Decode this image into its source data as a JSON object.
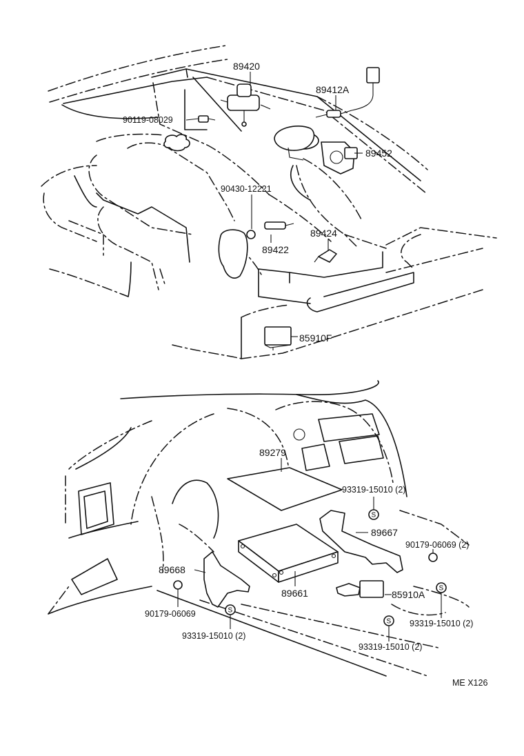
{
  "labels": {
    "p89420": "89420",
    "p89412A": "89412A",
    "p90119": "90119-08029",
    "p89452": "89452",
    "p90430": "90430-12221",
    "p89424": "89424",
    "p89422": "89422",
    "p85910F": "85910F",
    "p89279": "89279",
    "p93319_top": "93319-15010 (2)",
    "p89667": "89667",
    "p90179_right": "90179-06069 (2)",
    "p89668": "89668",
    "p89661": "89661",
    "p85910A": "85910A",
    "p90179_left": "90179-06069",
    "p93319_right": "93319-15010 (2)",
    "p93319_left": "93319-15010 (2)",
    "p93319_bottom": "93319-15010 (2)",
    "figure_code": "ME X126"
  },
  "symbols": {
    "s_mark": "S"
  }
}
